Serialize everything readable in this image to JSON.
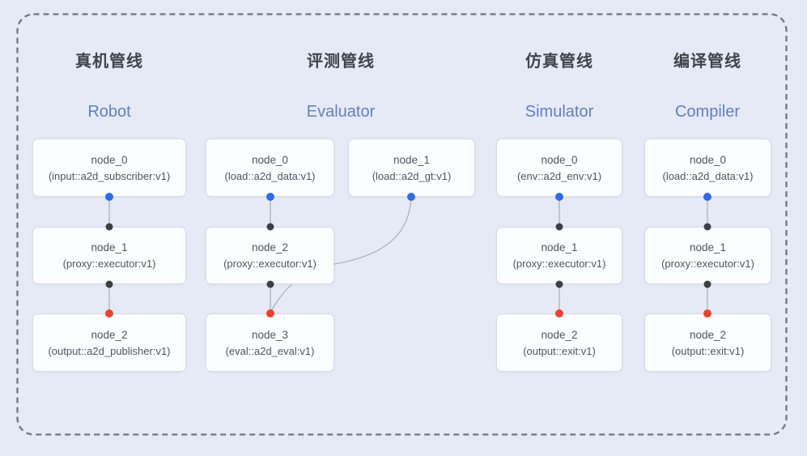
{
  "diagram": {
    "pipelines": [
      {
        "title_zh": "真机管线",
        "title_en": "Robot",
        "nodes": [
          {
            "name": "node_0",
            "type": "(input::a2d_subscriber:v1)"
          },
          {
            "name": "node_1",
            "type": "(proxy::executor:v1)"
          },
          {
            "name": "node_2",
            "type": "(output::a2d_publisher:v1)"
          }
        ]
      },
      {
        "title_zh": "评测管线",
        "title_en": "Evaluator",
        "nodes": [
          {
            "name": "node_0",
            "type": "(load::a2d_data:v1)"
          },
          {
            "name": "node_1",
            "type": "(load::a2d_gt:v1)"
          },
          {
            "name": "node_2",
            "type": "(proxy::executor:v1)"
          },
          {
            "name": "node_3",
            "type": "(eval::a2d_eval:v1)"
          }
        ]
      },
      {
        "title_zh": "仿真管线",
        "title_en": "Simulator",
        "nodes": [
          {
            "name": "node_0",
            "type": "(env::a2d_env:v1)"
          },
          {
            "name": "node_1",
            "type": "(proxy::executor:v1)"
          },
          {
            "name": "node_2",
            "type": "(output::exit:v1)"
          }
        ]
      },
      {
        "title_zh": "编译管线",
        "title_en": "Compiler",
        "nodes": [
          {
            "name": "node_0",
            "type": "(load::a2d_data:v1)"
          },
          {
            "name": "node_1",
            "type": "(proxy::executor:v1)"
          },
          {
            "name": "node_2",
            "type": "(output::exit:v1)"
          }
        ]
      }
    ],
    "colors": {
      "background": "#e6eaf7",
      "dashed_border": "#71767f",
      "edge": "#a9b2c4",
      "output_port": "#2d6ce5",
      "input_port": "#3d4043",
      "final_input_port": "#e8432d",
      "pipeline_title": "#3f434c",
      "pipeline_subtitle": "#5f80c3",
      "node_fill": "#fcfdff",
      "node_border": "#d7dbe4"
    }
  }
}
